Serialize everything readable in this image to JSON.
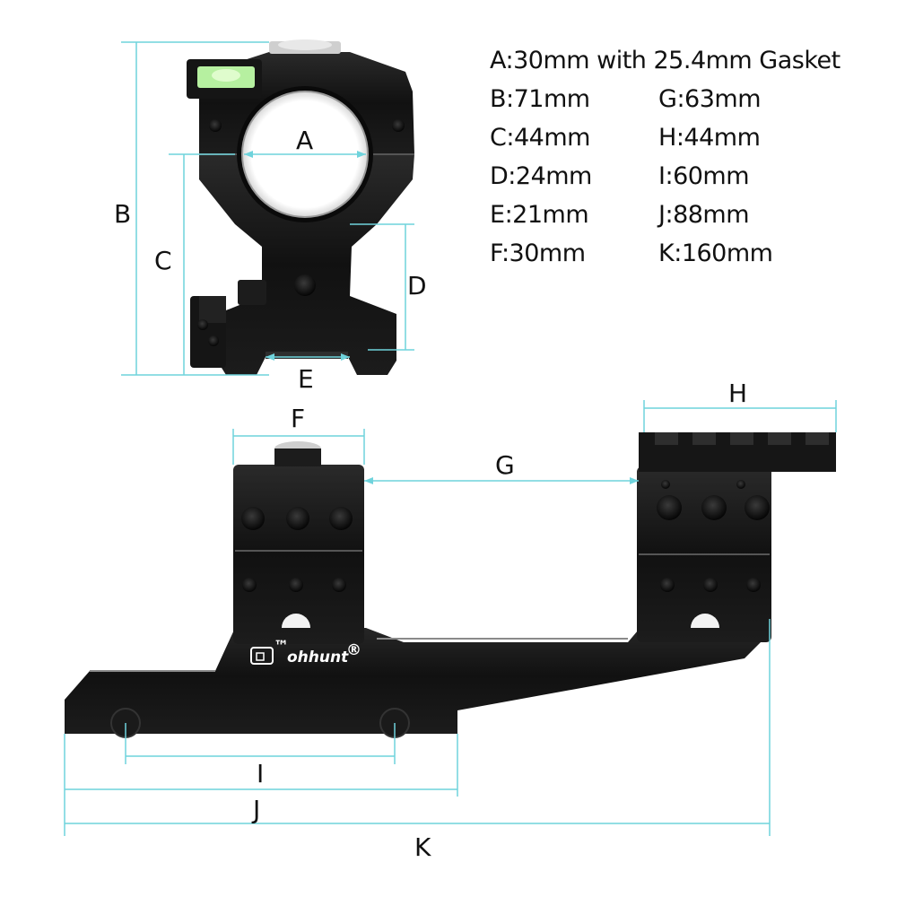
{
  "specs": [
    {
      "letter": "A",
      "value": ":30mm with 25.4mm Gasket"
    },
    {
      "letter": "B",
      "value": ":71mm"
    },
    {
      "letter": "C",
      "value": ":44mm"
    },
    {
      "letter": "D",
      "value": ":24mm"
    },
    {
      "letter": "E",
      "value": ":21mm"
    },
    {
      "letter": "F",
      "value": ":30mm"
    },
    {
      "letter": "G",
      "value": ":63mm"
    },
    {
      "letter": "H",
      "value": ":44mm"
    },
    {
      "letter": "I",
      "value": ":60mm"
    },
    {
      "letter": "J",
      "value": ":88mm"
    },
    {
      "letter": "K",
      "value": ":160mm"
    }
  ],
  "dimension_labels": {
    "a": "A",
    "b": "B",
    "c": "C",
    "d": "D",
    "e": "E",
    "f": "F",
    "g": "G",
    "h": "H",
    "i": "I",
    "j": "J",
    "k": "K"
  },
  "brand": {
    "name": "ohhunt",
    "mark": "™",
    "registered": "®"
  },
  "colors": {
    "dimension_line": "#6fd3dc",
    "mount_body": "#141414",
    "bubble_level": "#b6f0a0"
  }
}
